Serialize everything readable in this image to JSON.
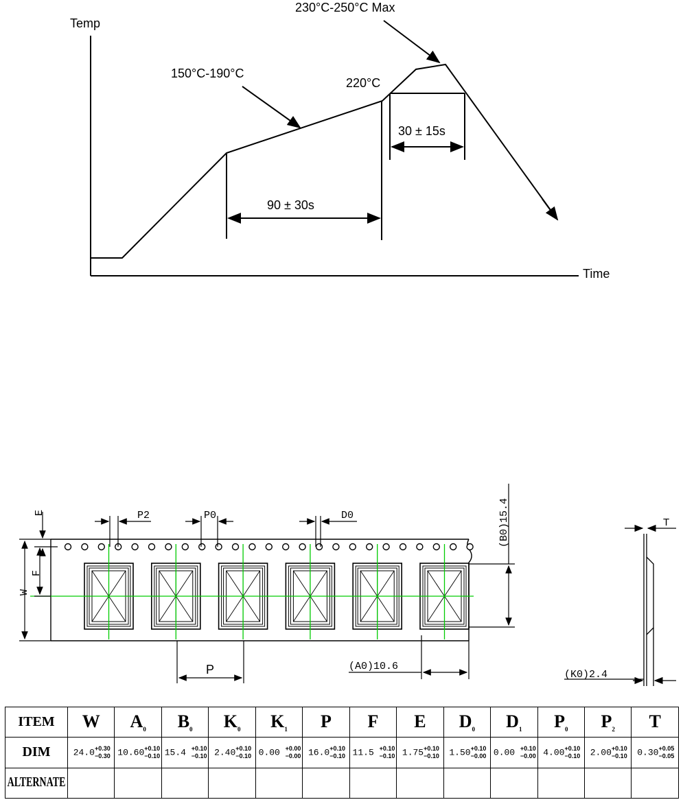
{
  "profile": {
    "y_axis_label": "Temp",
    "x_axis_label": "Time",
    "peak_label": "230°C-250°C Max",
    "preheat_label": "150°C-190°C",
    "reflow_label": "220°C",
    "preheat_time_label": "90 ± 30s",
    "reflow_time_label": "30 ± 15s"
  },
  "tape": {
    "labels": {
      "e": "E",
      "f": "F",
      "w": "W",
      "p2": "P2",
      "p0": "P0",
      "d0": "D0",
      "p": "P",
      "a0": "(A0)10.6",
      "b0": "(B0)15.4",
      "t": "T",
      "k0": "(K0)2.4"
    },
    "pocket_count": 6,
    "hole_count": 25
  },
  "table": {
    "row_labels": {
      "item": "ITEM",
      "dim": "DIM",
      "alternate": "ALTERNATE"
    },
    "columns": [
      {
        "name": "W",
        "sub": "",
        "nominal": "24.0",
        "plus": "+0.30",
        "minus": "−0.30",
        "alternate": ""
      },
      {
        "name": "A",
        "sub": "0",
        "nominal": "10.60",
        "plus": "+0.10",
        "minus": "−0.10",
        "alternate": ""
      },
      {
        "name": "B",
        "sub": "0",
        "nominal": "15.4 ",
        "plus": "+0.10",
        "minus": "−0.10",
        "alternate": ""
      },
      {
        "name": "K",
        "sub": "0",
        "nominal": "2.40",
        "plus": "+0.10",
        "minus": "−0.10",
        "alternate": ""
      },
      {
        "name": "K",
        "sub": "1",
        "nominal": "0.00 ",
        "plus": "+0.00",
        "minus": "−0.00",
        "alternate": ""
      },
      {
        "name": "P",
        "sub": "",
        "nominal": "16.0",
        "plus": "+0.10",
        "minus": "−0.10",
        "alternate": ""
      },
      {
        "name": "F",
        "sub": "",
        "nominal": "11.5 ",
        "plus": "+0.10",
        "minus": "−0.10",
        "alternate": ""
      },
      {
        "name": "E",
        "sub": "",
        "nominal": "1.75",
        "plus": "+0.10",
        "minus": "−0.10",
        "alternate": ""
      },
      {
        "name": "D",
        "sub": "0",
        "nominal": "1.50",
        "plus": "+0.10",
        "minus": "−0.00",
        "alternate": ""
      },
      {
        "name": "D",
        "sub": "1",
        "nominal": "0.00 ",
        "plus": "+0.10",
        "minus": "−0.00",
        "alternate": ""
      },
      {
        "name": "P",
        "sub": "0",
        "nominal": "4.00",
        "plus": "+0.10",
        "minus": "−0.10",
        "alternate": ""
      },
      {
        "name": "P",
        "sub": "2",
        "nominal": "2.00",
        "plus": "+0.10",
        "minus": "−0.10",
        "alternate": ""
      },
      {
        "name": "T",
        "sub": "",
        "nominal": "0.30",
        "plus": "+0.05",
        "minus": "−0.05",
        "alternate": ""
      }
    ]
  }
}
